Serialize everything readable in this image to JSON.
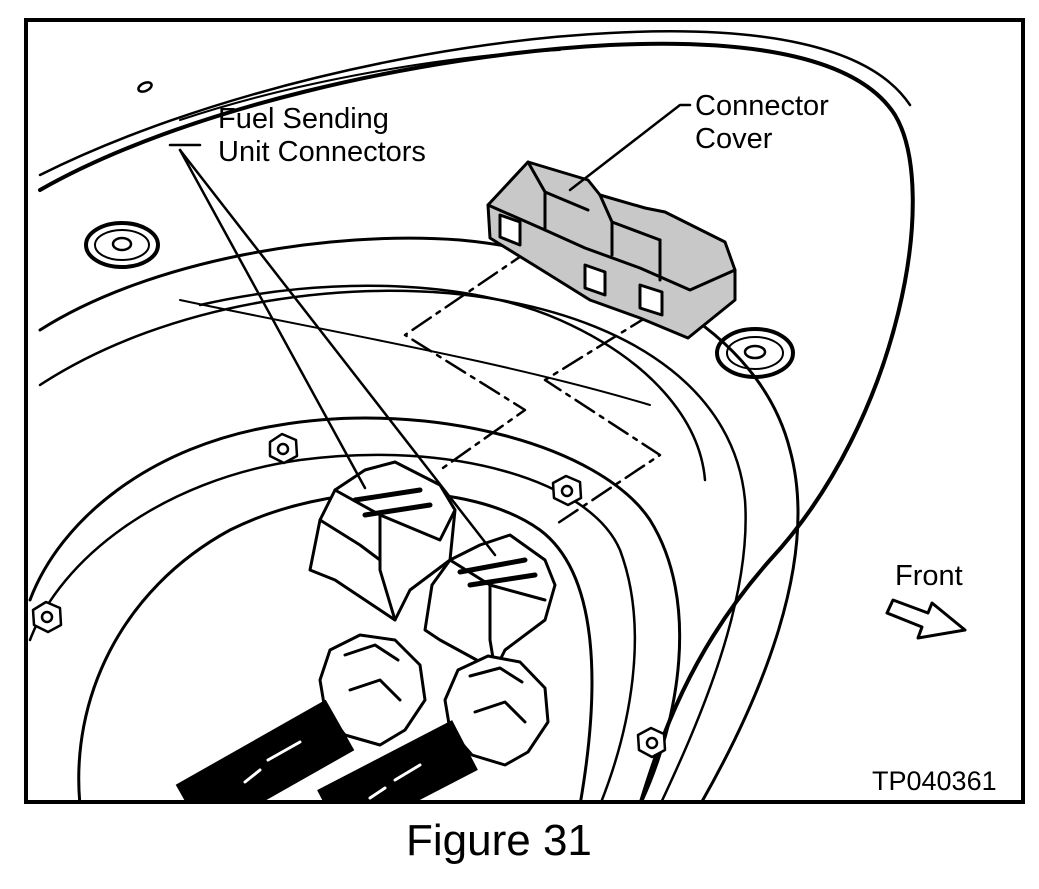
{
  "labels": {
    "fuel_sending_line1": "Fuel Sending",
    "fuel_sending_line2": "Unit Connectors",
    "connector_cover_line1": "Connector",
    "connector_cover_line2": "Cover",
    "front": "Front",
    "drawing_code": "TP040361"
  },
  "caption": "Figure 31",
  "colors": {
    "cover_fill": "#c8c8c8",
    "line": "#000000",
    "background": "#ffffff"
  }
}
